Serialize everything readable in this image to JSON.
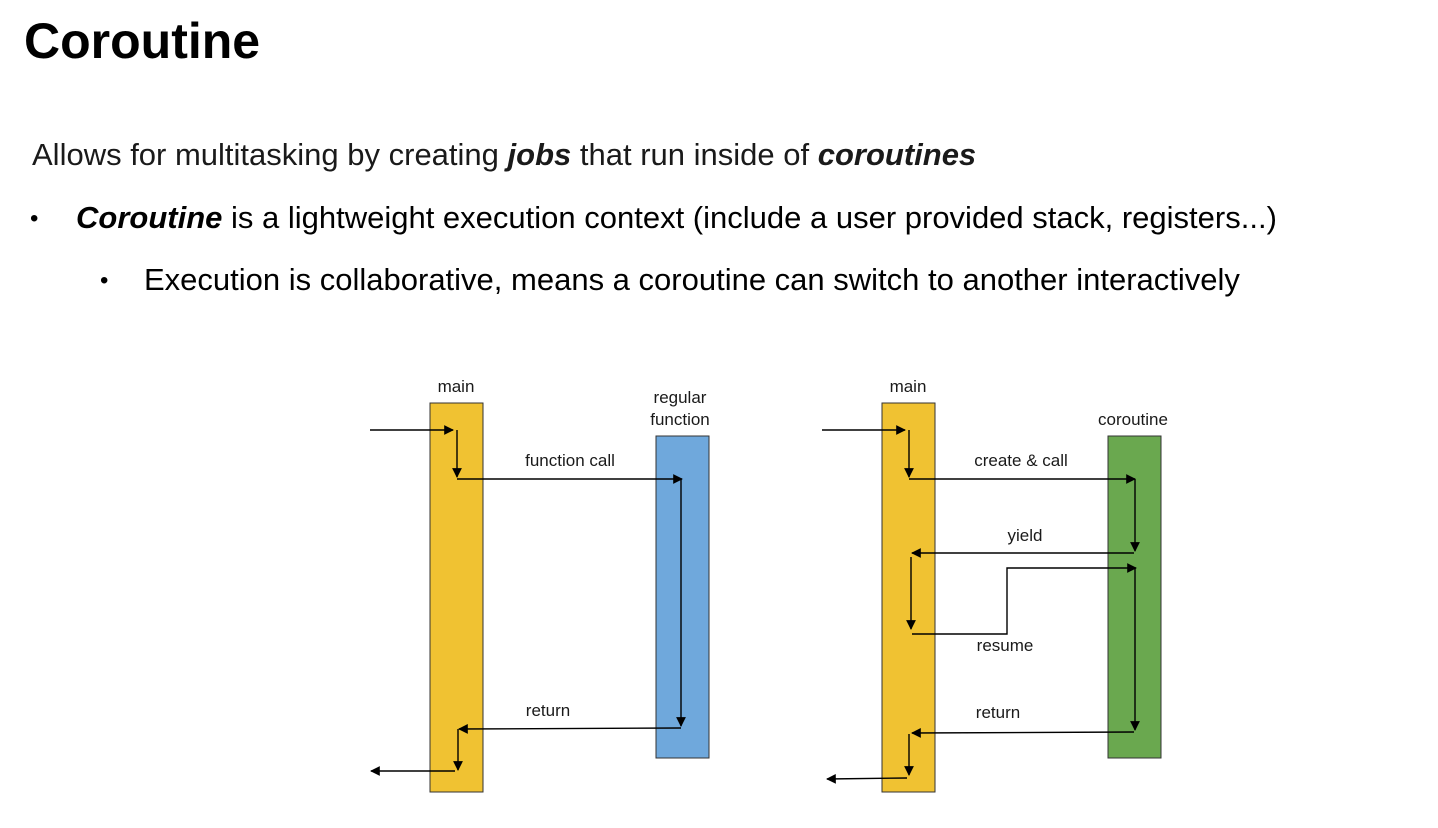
{
  "slide": {
    "title": "Coroutine",
    "line0": {
      "pre": "Allows for multitasking by creating ",
      "em1": "jobs",
      "mid": " that run inside of ",
      "em2": "coroutines"
    },
    "bullet1": {
      "em": "Coroutine",
      "rest": " is a lightweight execution context (include a user provided stack, registers...)"
    },
    "bullet2": {
      "text": "Execution is collaborative, means a coroutine can switch to another interactively"
    }
  },
  "diagram_left": {
    "main_label": "main",
    "callee_label_line1": "regular",
    "callee_label_line2": "function",
    "call_label": "function call",
    "return_label": "return"
  },
  "diagram_right": {
    "main_label": "main",
    "callee_label": "coroutine",
    "call_label": "create & call",
    "yield_label": "yield",
    "resume_label": "resume",
    "return_label": "return"
  },
  "colors": {
    "main_bar": "#F0C232",
    "regular_function_bar": "#6FA8DC",
    "coroutine_bar": "#6AA84F"
  }
}
